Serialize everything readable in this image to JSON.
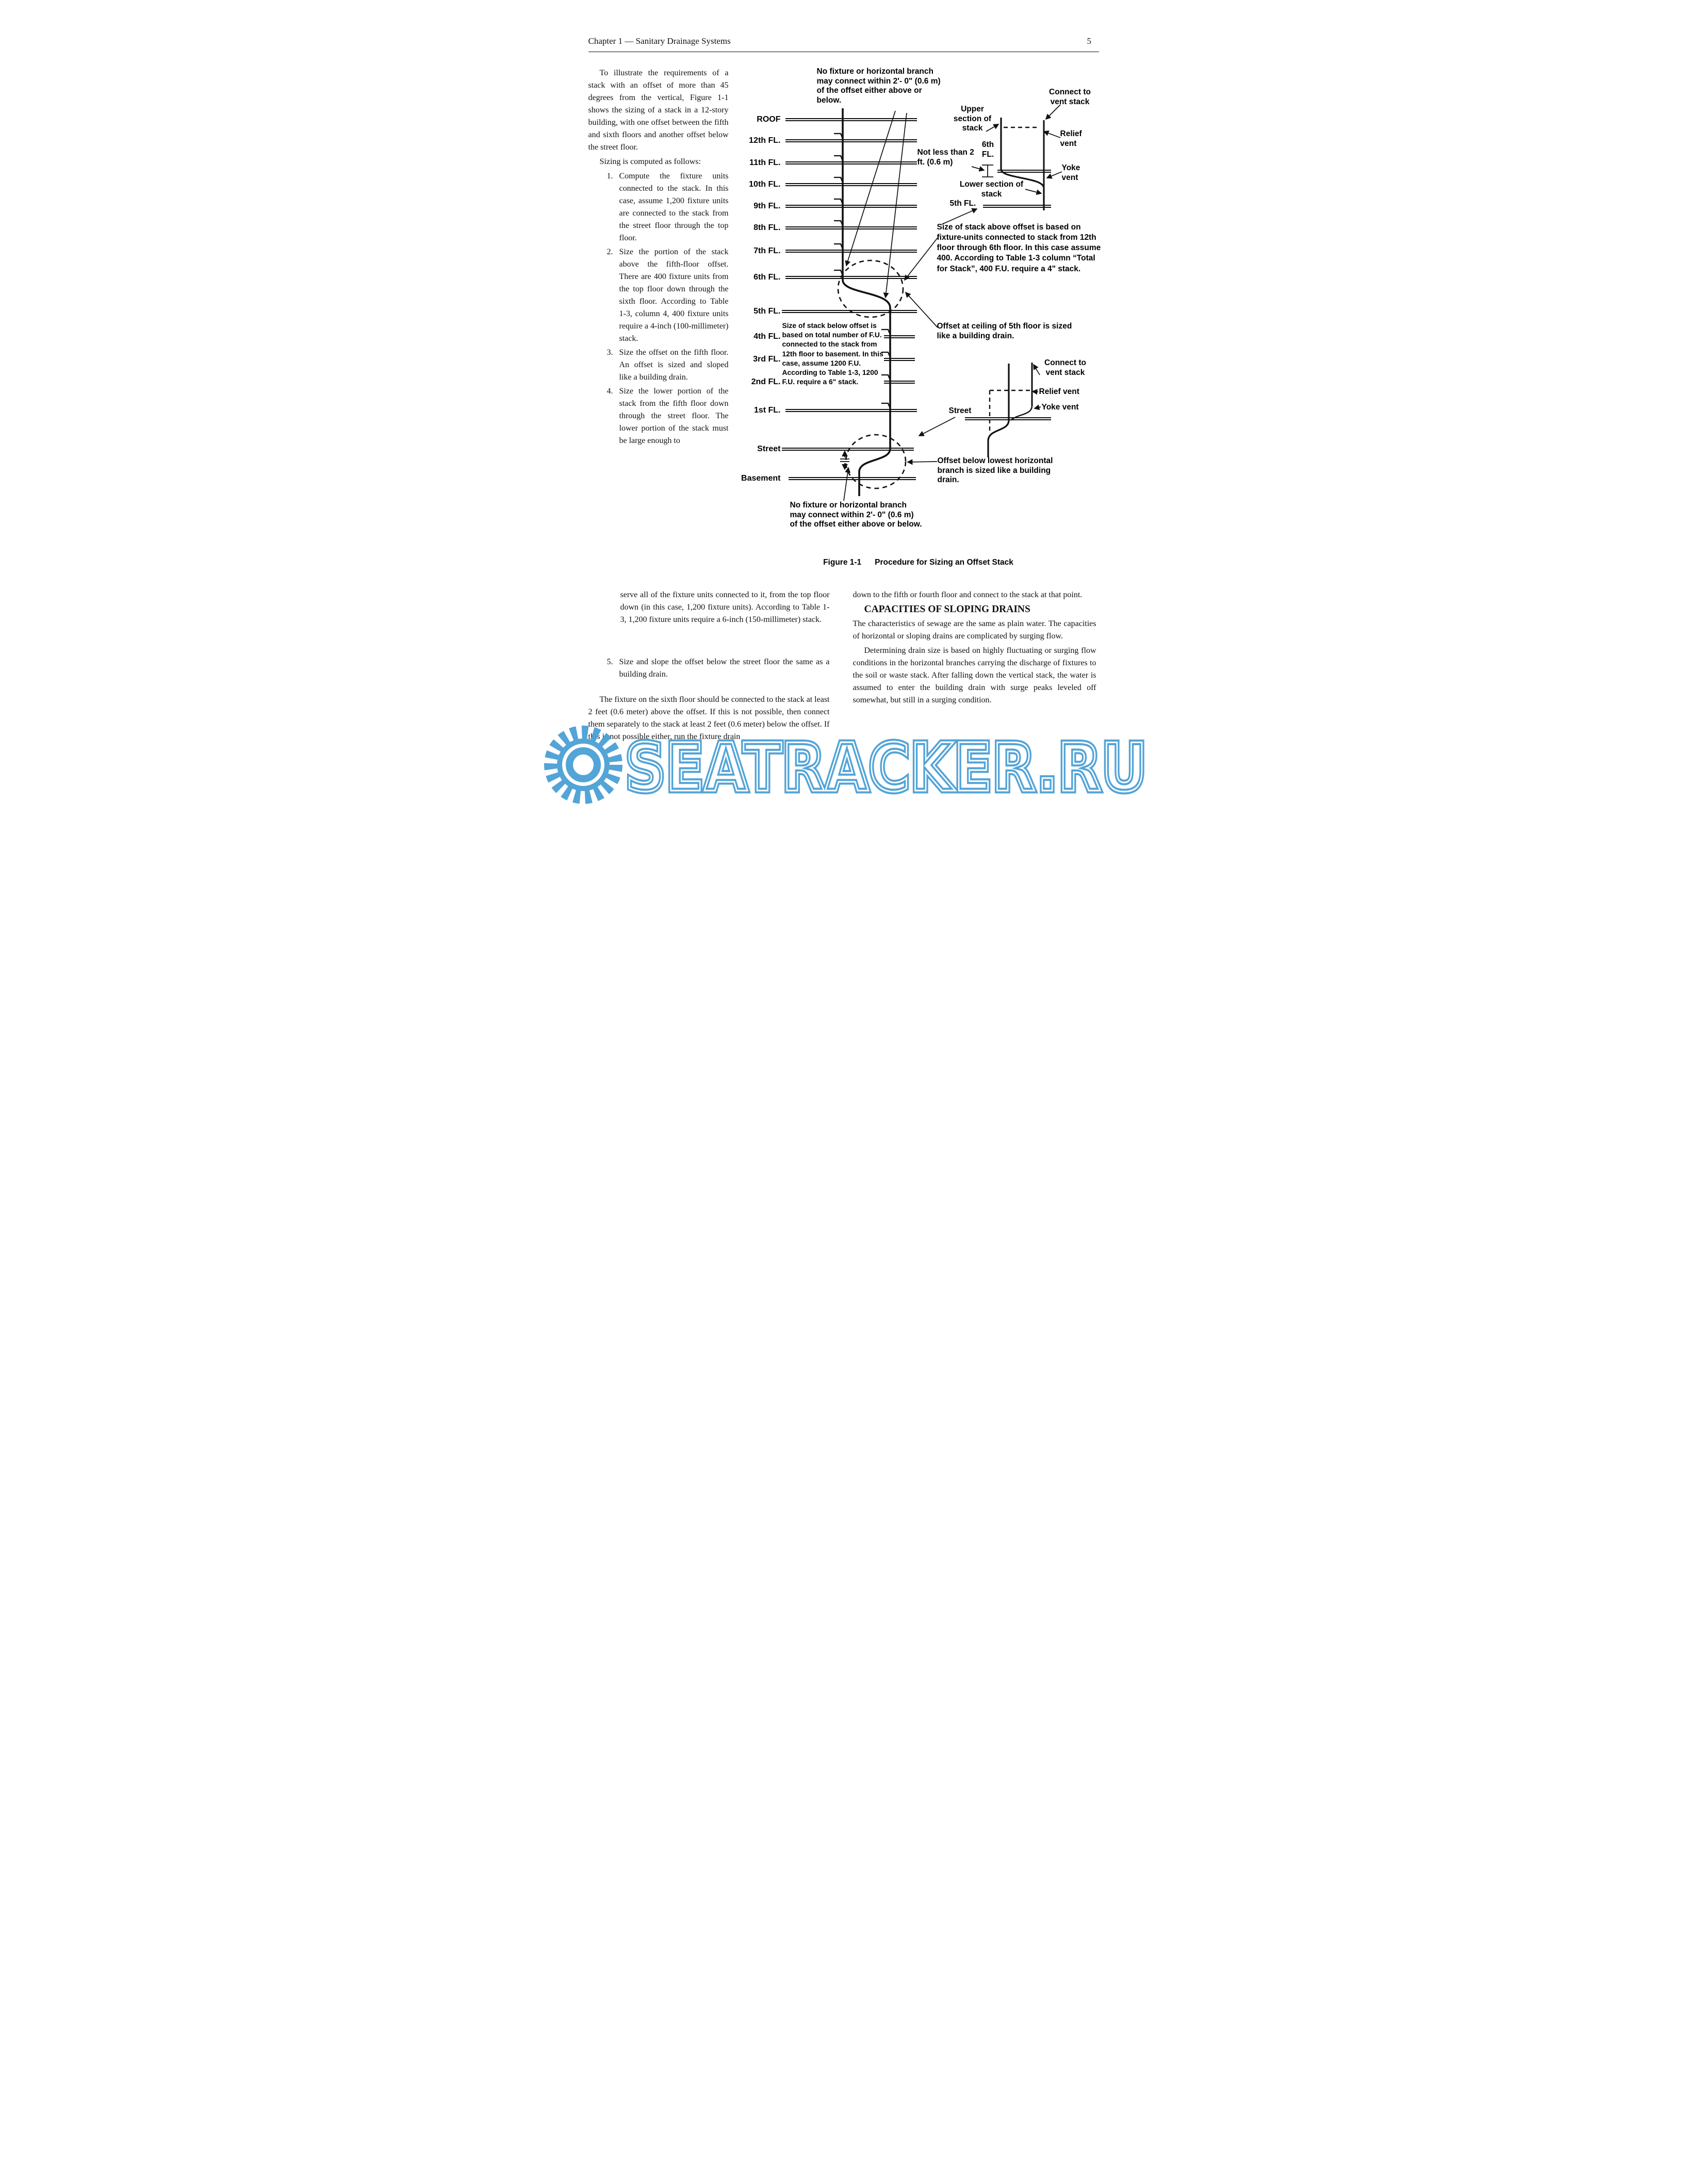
{
  "header": {
    "chapter_title": "Chapter 1 — Sanitary Drainage Systems",
    "page_number": "5"
  },
  "left_column": {
    "para1": "To illustrate the requirements of a stack with an offset of more than 45 degrees from the vertical, Figure 1-1 shows the sizing of a stack in a 12-story building, with one offset between the fifth and sixth floors and another offset below the street floor.",
    "para2": "Sizing is computed as follows:",
    "list": [
      {
        "num": "1.",
        "text": "Compute the fixture units connected to the stack. In this case, assume 1,200 fixture units are connected to the stack from the street floor through the top floor."
      },
      {
        "num": "2.",
        "text": "Size the portion of the stack above the fifth-floor offset. There are 400 fixture units from the top floor down through the sixth floor. According to Table 1-3, column 4, 400 fixture units require a 4-inch (100-millimeter) stack."
      },
      {
        "num": "3.",
        "text": "Size the offset on the fifth floor. An offset is sized and sloped like a building drain."
      },
      {
        "num": "4.",
        "text_narrow": "Size the lower portion of the stack from the fifth floor down through the street floor. The lower portion of the stack must be large enough to",
        "text_wide": "serve all of the fixture units connected to it, from the top floor down (in this case, 1,200 fixture units). According to Table 1-3, 1,200 fixture units require a 6-inch (150-millimeter) stack."
      },
      {
        "num": "5.",
        "text": "Size and slope the offset below the street floor the same as a building drain."
      }
    ],
    "para3": "The fixture on the sixth floor should be connected to the stack at least 2 feet (0.6 meter) above the offset. If this is not possible, then connect them separately to the stack at least 2 feet (0.6 meter) below the offset. If this is not possible either, run the fixture drain"
  },
  "right_column": {
    "para1": "down to the fifth or fourth floor and connect to the stack at that point.",
    "heading": "CAPACITIES OF SLOPING DRAINS",
    "para2": "The characteristics of sewage are the same as plain water. The capacities of horizontal or sloping drains are complicated by surging flow.",
    "para3": "Determining drain size is based on highly fluctuating or surging flow conditions in the horizontal branches carrying the discharge of fixtures to the soil or waste stack. After falling down the vertical stack, the water is assumed to enter the building drain with surge peaks leveled off somewhat, but still in a surging condition."
  },
  "figure": {
    "caption_label": "Figure 1-1",
    "caption_text": "Procedure for Sizing an Offset Stack",
    "floors": [
      "ROOF",
      "12th FL.",
      "11th FL.",
      "10th FL.",
      "9th FL.",
      "8th FL.",
      "7th FL.",
      "6th FL.",
      "5th FL.",
      "4th FL.",
      "3rd FL.",
      "2nd FL.",
      "1st FL.",
      "Street",
      "Basement"
    ],
    "annotations": {
      "no_fixture_top": "No fixture or horizontal branch may connect within 2'- 0\" (0.6 m) of the offset either above or below.",
      "connect_vent_top": "Connect to vent stack",
      "upper_section": "Upper section of stack",
      "relief_vent_top": "Relief vent",
      "sixth_fl": "6th FL.",
      "not_less_than": "Not less than 2 ft. (0.6 m)",
      "yoke_vent_top": "Yoke vent",
      "lower_section": "Lower section of stack",
      "fifth_fl": "5th FL.",
      "size_above": "Size of stack above offset is based on fixture-units connected to stack from 12th floor through 6th floor. In this case assume 400. According to Table 1-3 column “Total for Stack”, 400 F.U. require a 4\" stack.",
      "offset_ceiling": "Offset at ceiling of 5th floor is sized like a building drain.",
      "size_below": "Size of stack below offset is based on total number of F.U. connected to the stack from 12th floor to basement. In this case, assume 1200 F.U. According to Table 1-3, 1200 F.U. require a 6\" stack.",
      "connect_vent_bottom": "Connect to vent stack",
      "relief_vent_bottom": "Relief vent",
      "yoke_vent_bottom": "Yoke vent",
      "street_label": "Street",
      "offset_below": "Offset below lowest horizontal branch is sized like a building drain.",
      "no_fixture_bottom": "No fixture or horizontal branch may connect within 2'- 0\" (0.6 m) of the offset either above or below."
    }
  },
  "watermark": {
    "text": "SEATRACKER.RU",
    "color": "#4aa0d5"
  }
}
